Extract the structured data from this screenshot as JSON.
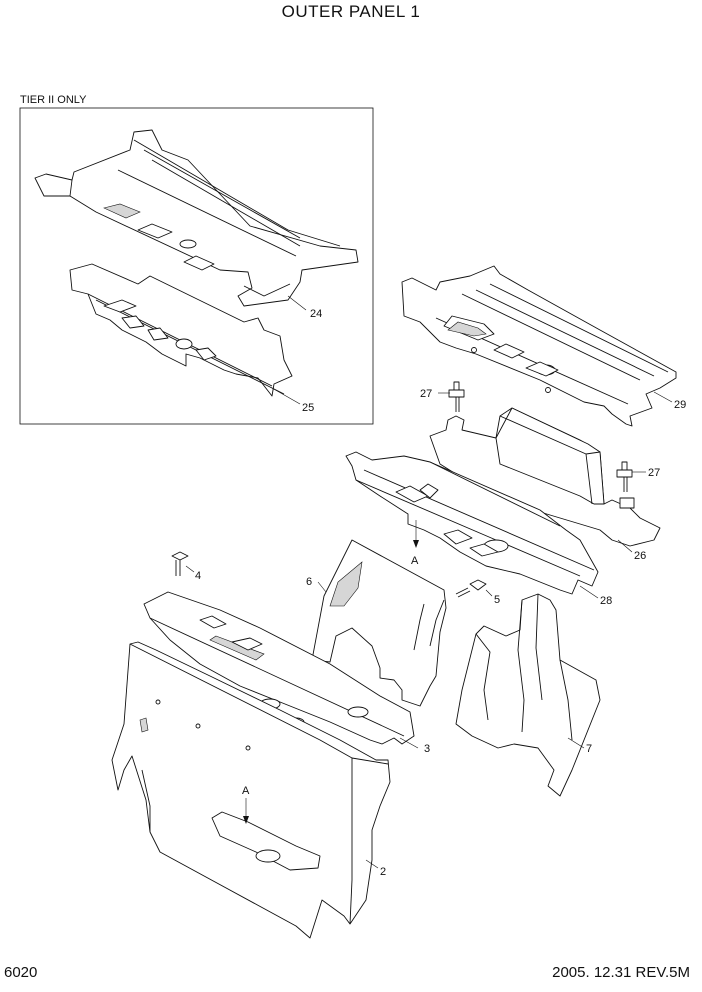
{
  "header": {
    "title": "OUTER PANEL 1"
  },
  "inset": {
    "label": "TIER II ONLY"
  },
  "callouts": {
    "c24": "24",
    "c25": "25",
    "c29": "29",
    "c27a": "27",
    "c27b": "27",
    "c26": "26",
    "c28": "28",
    "c4": "4",
    "c5": "5",
    "c6": "6",
    "c3": "3",
    "c7": "7",
    "c2": "2",
    "viewA_top": "A",
    "viewA_bottom": "A"
  },
  "footer": {
    "page_number": "6020",
    "date_revision": "2005. 12.31  REV.5M"
  }
}
